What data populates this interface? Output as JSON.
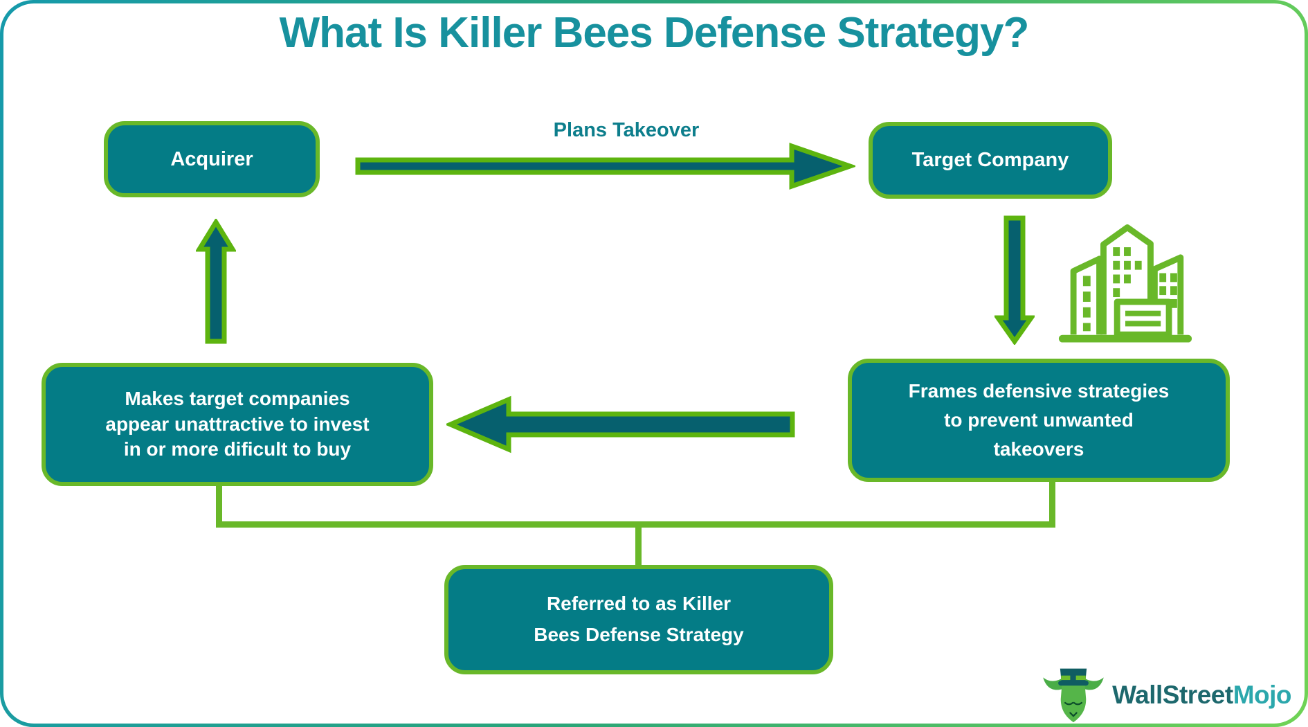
{
  "title": "What Is Killer Bees Defense Strategy?",
  "nodes": {
    "acquirer": {
      "label": "Acquirer"
    },
    "target_company": {
      "label": "Target Company"
    },
    "frames_defensive": {
      "lines": [
        "Frames defensive strategies",
        "to prevent unwanted",
        "takeovers"
      ]
    },
    "makes_target": {
      "lines": [
        "Makes target companies",
        "appear unattractive to invest",
        "in or more dificult to buy"
      ]
    },
    "referred": {
      "lines": [
        "Referred to as Killer",
        "Bees Defense Strategy"
      ]
    }
  },
  "edges": {
    "plans_takeover_label": "Plans Takeover"
  },
  "icons": {
    "building": "building-icon",
    "bull_mascot": "bull-mascot-icon",
    "arrow_right": "right-arrow-icon",
    "arrow_up": "up-arrow-icon",
    "arrow_down": "down-arrow-icon",
    "arrow_left": "left-arrow-icon"
  },
  "logo": {
    "brand_part1": "WallStreet",
    "brand_part2": "Mojo"
  },
  "colors": {
    "node_fill": "#047c86",
    "node_border": "#69b829",
    "arrow_fill": "#06606e",
    "arrow_border": "#5db40f",
    "title_text": "#17919e",
    "edge_label_text": "#0d7e8c",
    "connector": "#69b829",
    "frame_gradient_left": "#169aab",
    "frame_gradient_mid": "#2aa578",
    "frame_gradient_right": "#70d355",
    "brand_dark": "#1d686d",
    "brand_light": "#2ba7ac"
  }
}
